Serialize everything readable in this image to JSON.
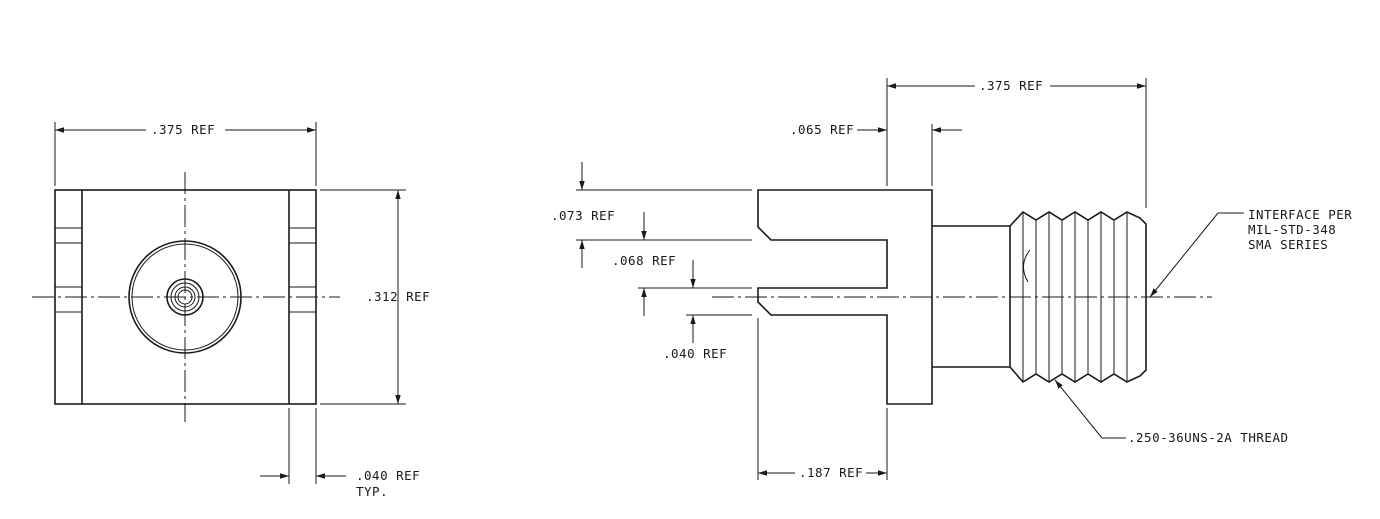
{
  "front_view": {
    "dim_width": ".375 REF",
    "dim_height": ".312 REF",
    "dim_slot": ".040 REF",
    "dim_slot_note": "TYP."
  },
  "side_view": {
    "dim_overall": ".375 REF",
    "dim_flange": ".065 REF",
    "dim_073": ".073 REF",
    "dim_068": ".068 REF",
    "dim_040": ".040 REF",
    "dim_187": ".187 REF",
    "note_interface_1": "INTERFACE PER",
    "note_interface_2": "MIL-STD-348",
    "note_interface_3": "SMA SERIES",
    "note_thread": ".250-36UNS-2A THREAD"
  }
}
